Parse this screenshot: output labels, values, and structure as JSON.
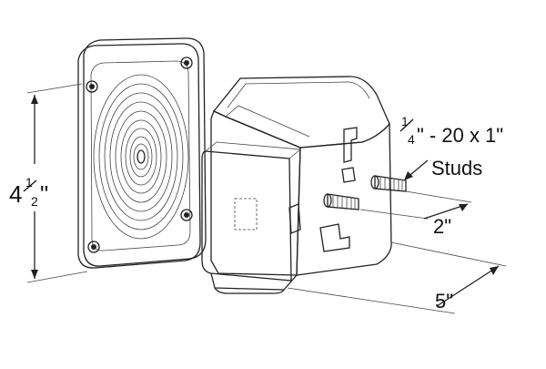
{
  "dimensions": {
    "height": {
      "whole": "4",
      "num": "1",
      "den": "2",
      "unit": "\""
    },
    "depth": "5\"",
    "stud_length": "2\"",
    "stud_spec": {
      "num": "1",
      "den": "4",
      "rest": "\" - 20 x 1\""
    },
    "stud_label": "Studs"
  }
}
